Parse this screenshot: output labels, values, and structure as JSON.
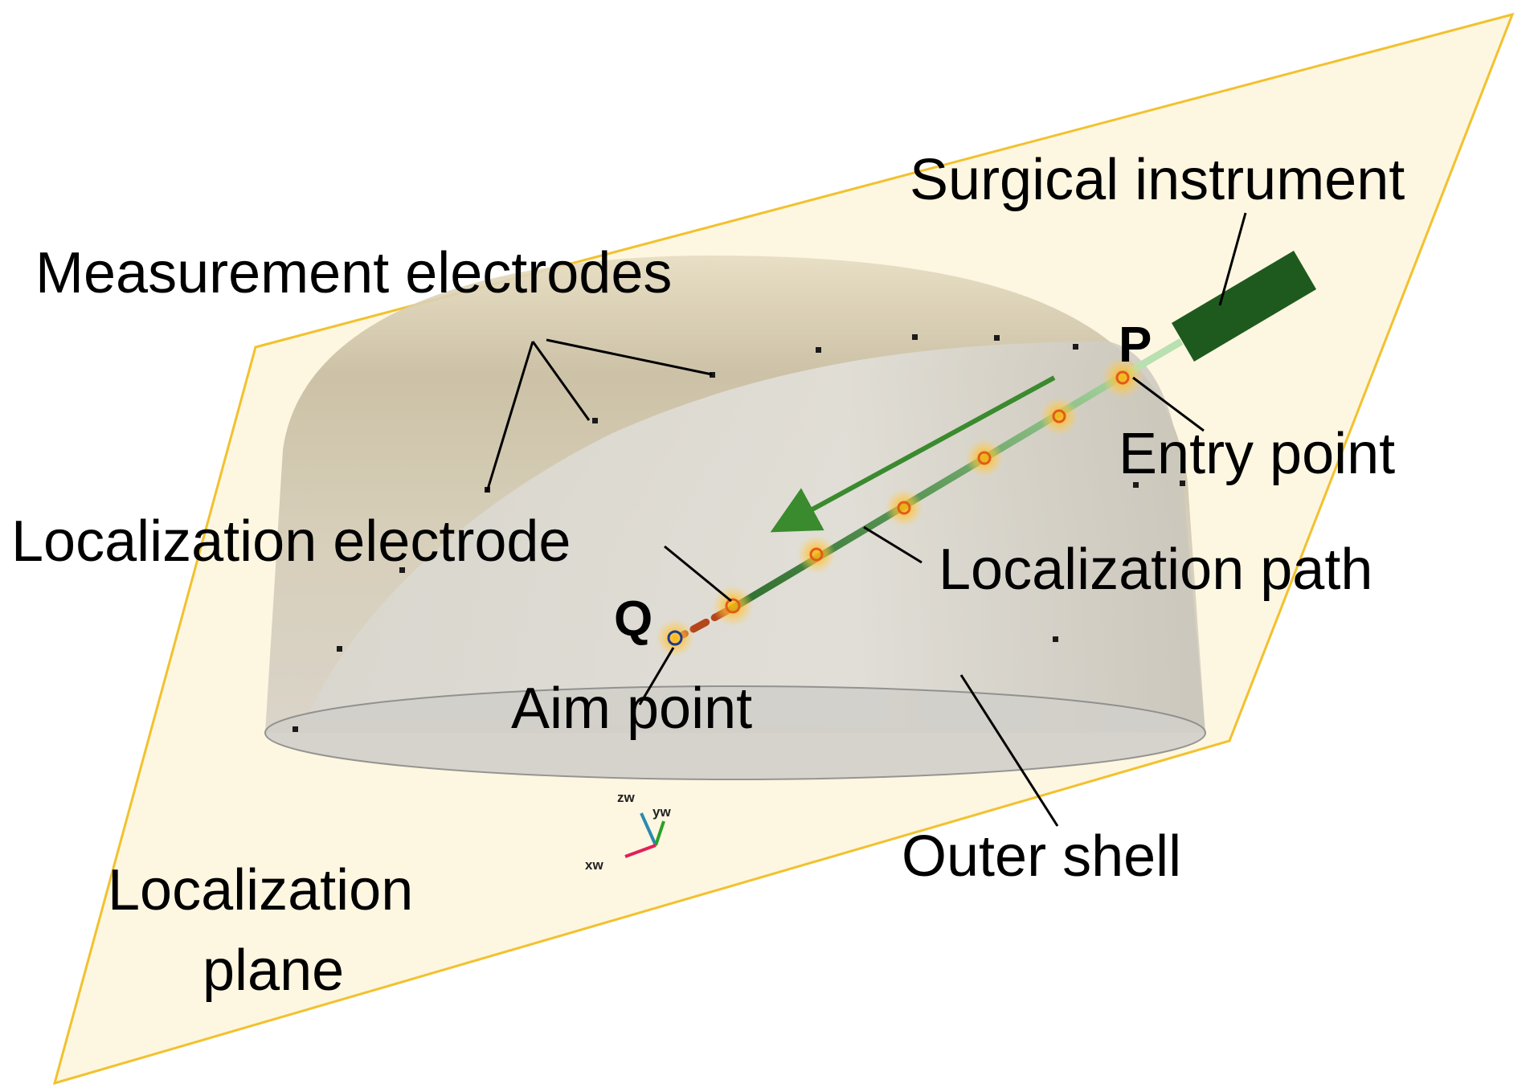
{
  "labels": {
    "surgical_instrument": "Surgical instrument",
    "measurement_electrodes": "Measurement electrodes",
    "point_p": "P",
    "entry_point": "Entry point",
    "localization_electrode": "Localization electrode",
    "localization_path": "Localization path",
    "point_q": "Q",
    "aim_point": "Aim point",
    "outer_shell": "Outer shell",
    "localization_plane_line1": "Localization",
    "localization_plane_line2": "plane"
  },
  "axes": {
    "z": "zw",
    "y": "yw",
    "x": "xw"
  },
  "colors": {
    "plane_fill": "#fdf6e1",
    "plane_border": "#f2c12e",
    "instrument": "#1e5a1e",
    "path_arrow": "#3a8a2e",
    "electrode_ring": "#e25b1a",
    "glow": "#ffb400",
    "aim_ring": "#1f3a8a",
    "x_axis": "#e0205a",
    "y_axis": "#2aa02a",
    "z_axis": "#2a8ab0"
  }
}
